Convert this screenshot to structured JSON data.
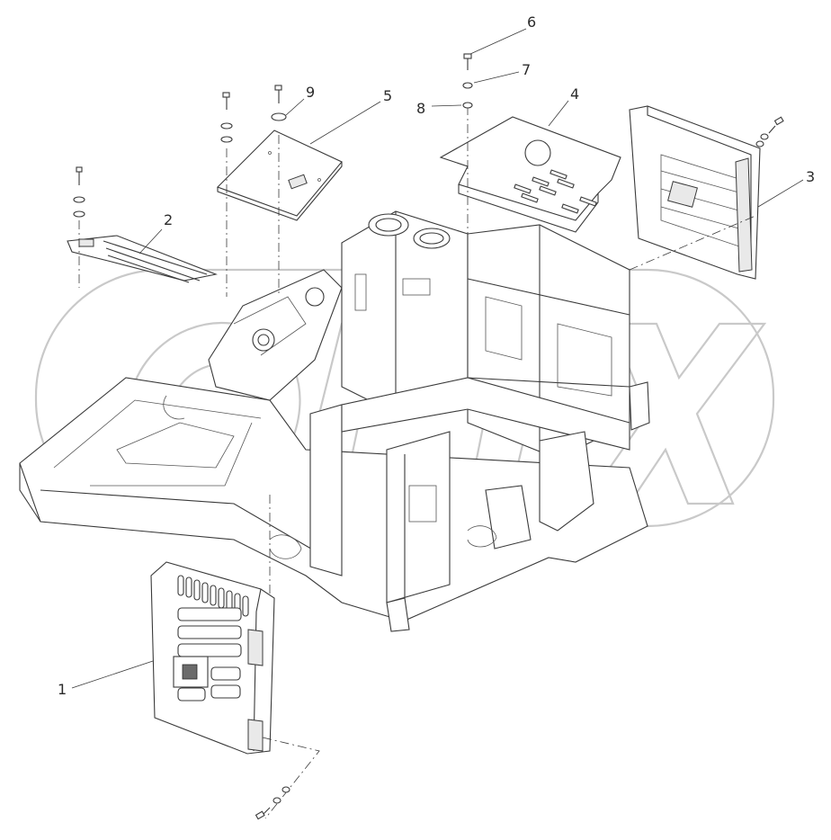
{
  "callouts": [
    {
      "id": "1",
      "label": "1"
    },
    {
      "id": "2",
      "label": "2"
    },
    {
      "id": "3",
      "label": "3"
    },
    {
      "id": "4",
      "label": "4"
    },
    {
      "id": "5",
      "label": "5"
    },
    {
      "id": "6",
      "label": "6"
    },
    {
      "id": "7",
      "label": "7"
    },
    {
      "id": "8",
      "label": "8"
    },
    {
      "id": "9",
      "label": "9"
    }
  ],
  "watermark": {
    "text": "OPEX",
    "color": "#c9c9c9"
  },
  "colors": {
    "line": "#3a3a3a",
    "background": "#ffffff"
  }
}
